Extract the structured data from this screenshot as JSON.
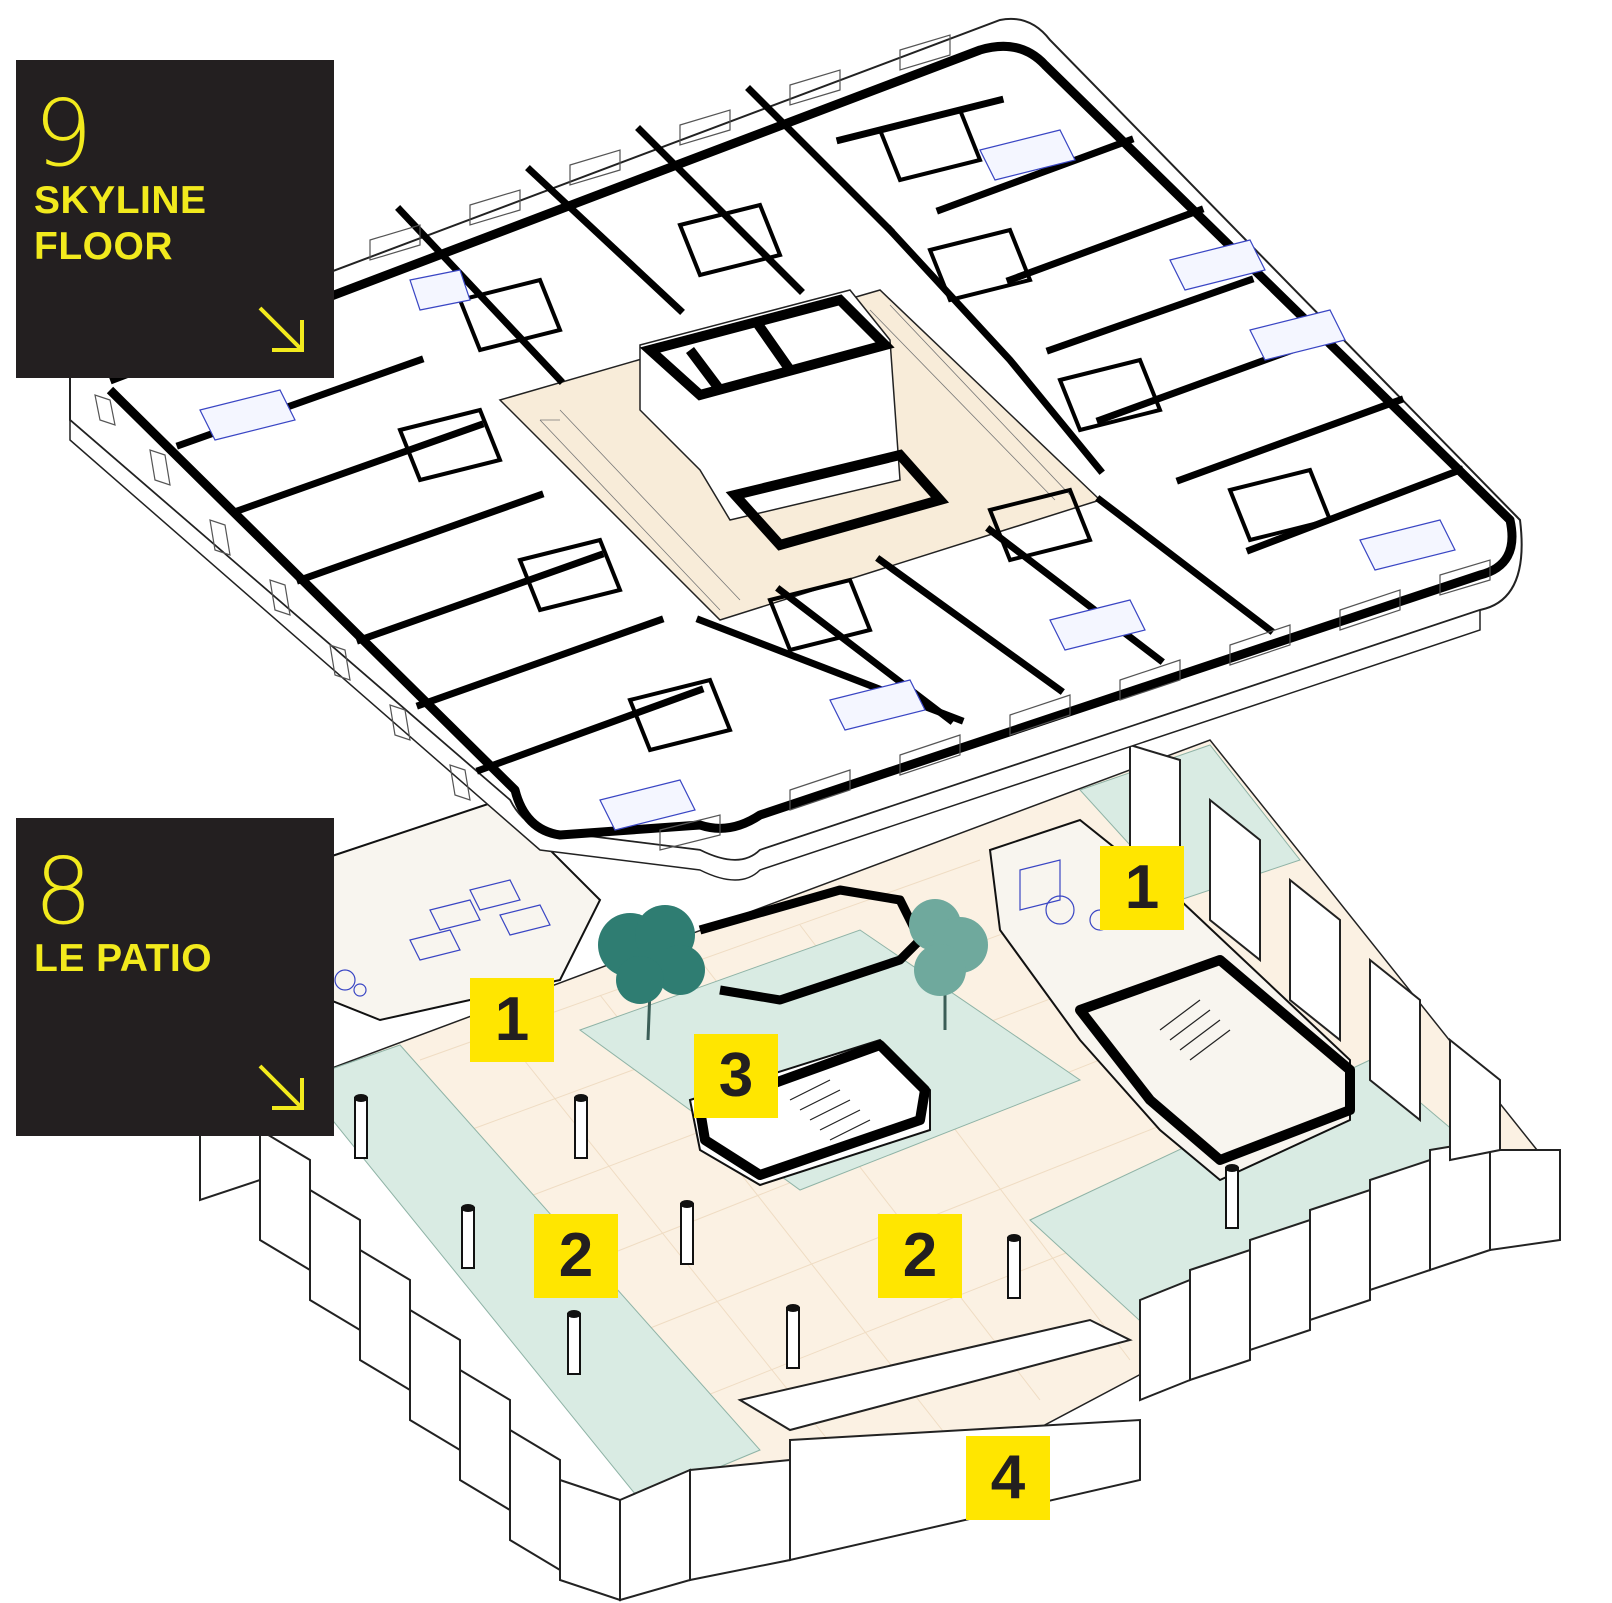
{
  "panels": [
    {
      "id": "skyline",
      "number": "9",
      "name": "SKYLINE\nFLOOR",
      "arrow_icon": "arrow-down-right-icon"
    },
    {
      "id": "patio",
      "number": "8",
      "name": "LE PATIO",
      "arrow_icon": "arrow-down-right-icon"
    }
  ],
  "tags": [
    "1",
    "1",
    "3",
    "2",
    "2",
    "4"
  ],
  "colors": {
    "panel_bg": "#231f20",
    "accent_yellow": "#f2ea1d",
    "tag_yellow": "#ffe600",
    "wall": "#111111",
    "green_zone": "#d9ebe3",
    "terrace": "#fbf1e3",
    "tree": "#2f7d72",
    "tree_light": "#6fa99d",
    "furniture": "#3a46c4"
  }
}
